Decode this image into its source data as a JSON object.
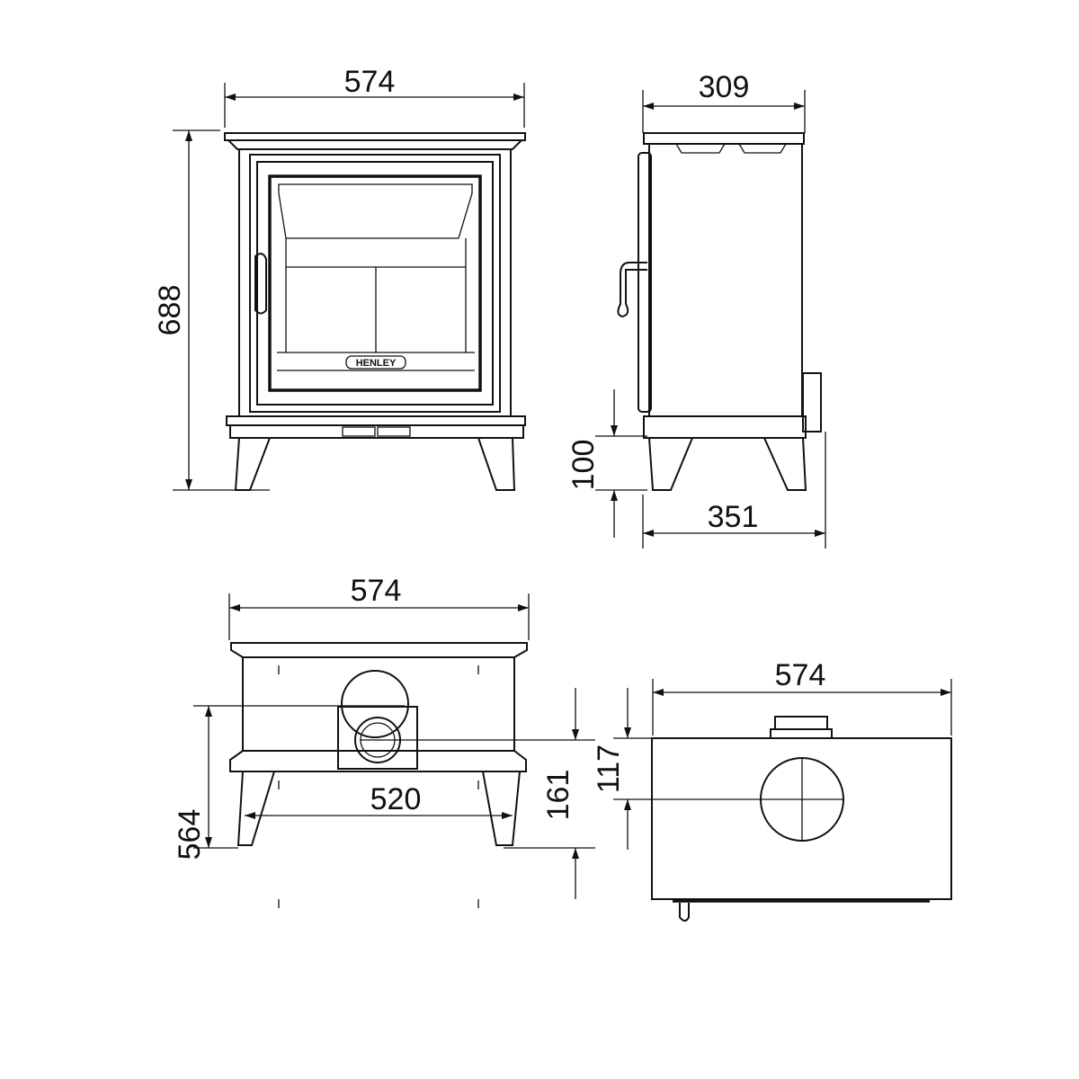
{
  "front_view": {
    "width": "574",
    "height": "688",
    "logo": "HENLEY"
  },
  "side_view": {
    "depth_top": "309",
    "depth_bottom": "351",
    "leg_height": "100"
  },
  "rear_view": {
    "width": "574",
    "inner_width": "520",
    "flue_height": "564",
    "outlet_height": "161"
  },
  "top_view": {
    "width": "574",
    "flue_offset": "117"
  }
}
